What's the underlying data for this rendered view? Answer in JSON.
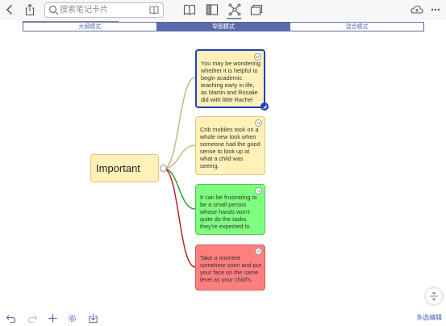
{
  "colors": {
    "accent": "#5b6aa8",
    "selected_border": "#1f3fbf",
    "note_yellow": "#fff1b8",
    "note_green": "#7fff7f",
    "note_red": "#ff7f7f",
    "connector_tan": "#c8ba78",
    "connector_green": "#2f9e2f",
    "connector_red": "#c02020"
  },
  "toolbar": {
    "icons": [
      "back-chevron-icon",
      "share-icon",
      "book-icon",
      "sidebar-layout-icon",
      "mind-map-icon",
      "multi-window-icon",
      "cloud-sync-icon",
      "more-icon"
    ]
  },
  "search": {
    "placeholder": "搜索笔记卡片"
  },
  "progress": {
    "value": 1.0
  },
  "view_modes": {
    "tabs": [
      {
        "label": "大纲模式"
      },
      {
        "label": "导图模式"
      },
      {
        "label": "混合模式"
      }
    ],
    "selected": "导图模式"
  },
  "mindmap": {
    "root": {
      "label": "Important"
    },
    "cards": [
      {
        "badge": "57",
        "text": "You may be wondering whether it is helpful to begin academic teaching early in life, as Martin and Rosalie did with little Rachel",
        "color": "yellow",
        "selected": true
      },
      {
        "badge": "76",
        "text": "Crib mobiles took on a whole new look when someone had the good sense to look up at what a child was seeing.",
        "color": "yellow",
        "selected": false
      },
      {
        "badge": "74",
        "text": "It can be frustrating to be a small person whose hands won't quite do the tasks they're expected to.",
        "color": "green",
        "selected": false
      },
      {
        "badge": "75",
        "text": "Take a moment sometime soon and put your face on the same level as your child's.",
        "color": "red",
        "selected": false
      }
    ]
  },
  "bottom_bar": {
    "icons": [
      "undo-icon",
      "redo-icon",
      "add-icon",
      "settings-icon",
      "export-icon",
      "scroll-fab-icon"
    ],
    "multi_select_label": "多选编辑"
  }
}
